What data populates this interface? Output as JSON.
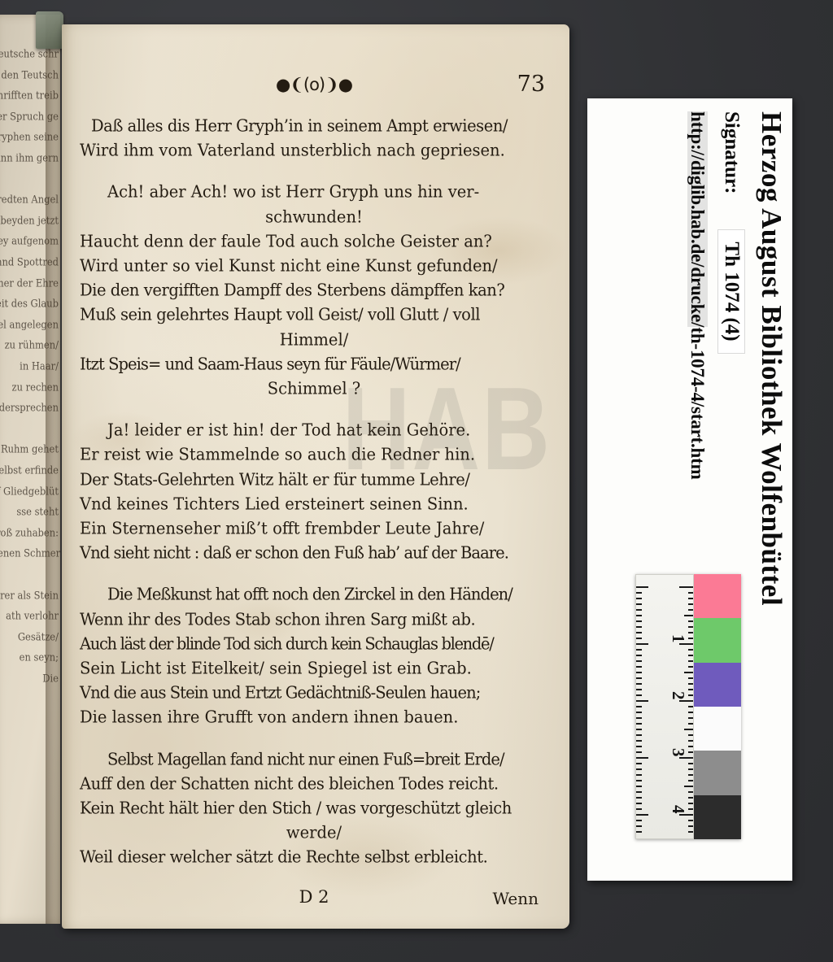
{
  "document": {
    "folio": "73",
    "ornament": "●❨(o)❩●",
    "signature_mark": "D 2",
    "catchword": "Wenn",
    "stanzas": [
      {
        "lines": [
          {
            "text": "Daß alles dis Herr Gryph’in in seinem Ampt erwiesen/",
            "indent": "ind2",
            "tracking": "tight"
          },
          {
            "text": "Wird ihm vom Vaterland unsterblich nach gepriesen.",
            "indent": "",
            "tracking": ""
          }
        ]
      },
      {
        "lines": [
          {
            "text": "Ach! aber Ach! wo ist  Herr  Gryph uns hin ver-",
            "indent": "ind",
            "tracking": ""
          },
          {
            "text": "schwunden!",
            "indent": "center",
            "tracking": ""
          },
          {
            "text": "Haucht denn der faule Tod auch solche Geister an?",
            "indent": "",
            "tracking": ""
          },
          {
            "text": "Wird unter so viel Kunst nicht eine Kunst gefunden/",
            "indent": "",
            "tracking": ""
          },
          {
            "text": "Die den vergifften Dampff des Sterbens dämpffen kan?",
            "indent": "",
            "tracking": "tight"
          },
          {
            "text": "Muß sein gelehrtes Haupt voll Geist/ voll Glutt / voll",
            "indent": "",
            "tracking": "tight"
          },
          {
            "text": "Himmel/",
            "indent": "center",
            "tracking": ""
          },
          {
            "text": "Itzt Speis= und Saam-Haus seyn für Fäule/Würmer/",
            "indent": "",
            "tracking": "tight2"
          },
          {
            "text": "Schimmel ?",
            "indent": "center",
            "tracking": ""
          }
        ]
      },
      {
        "lines": [
          {
            "text": "Ja! leider er ist hin! der Tod hat kein Gehöre.",
            "indent": "ind",
            "tracking": ""
          },
          {
            "text": "Er reist wie Stammelnde so auch die Redner hin.",
            "indent": "",
            "tracking": ""
          },
          {
            "text": "Der Stats-Gelehrten  Witz hält er für tumme  Lehre/",
            "indent": "",
            "tracking": "tight"
          },
          {
            "text": "Vnd keines Tichters Lied ersteinert seinen Sinn.",
            "indent": "",
            "tracking": ""
          },
          {
            "text": "Ein Sternenseher miß’t offt frembder Leute Jahre/",
            "indent": "",
            "tracking": ""
          },
          {
            "text": "Vnd sieht nicht : daß er schon den Fuß hab’ auf der Baare.",
            "indent": "",
            "tracking": "tight2"
          }
        ]
      },
      {
        "lines": [
          {
            "text": "Die Meßkunst hat offt noch den Zirckel in den Händen/",
            "indent": "ind",
            "tracking": "tight2"
          },
          {
            "text": "Wenn ihr des Todes Stab schon ihren Sarg mißt ab.",
            "indent": "",
            "tracking": "tight"
          },
          {
            "text": "Auch läst der blinde Tod sich durch kein Schauglas blendē/",
            "indent": "",
            "tracking": "tight3"
          },
          {
            "text": "Sein Licht ist Eitelkeit/ sein Spiegel ist ein Grab.",
            "indent": "",
            "tracking": ""
          },
          {
            "text": "Vnd die aus Stein und Ertzt Gedächtniß-Seulen hauen;",
            "indent": "",
            "tracking": "tight2"
          },
          {
            "text": "Die lassen ihre Grufft von andern ihnen bauen.",
            "indent": "",
            "tracking": ""
          }
        ]
      },
      {
        "lines": [
          {
            "text": "Selbst Magellan fand nicht nur einen Fuß=breit Erde/",
            "indent": "ind",
            "tracking": "tight2"
          },
          {
            "text": "Auff den der Schatten nicht des bleichen Todes reicht.",
            "indent": "",
            "tracking": "tight"
          },
          {
            "text": "Kein Recht hält hier den Stich / was vorgeschützt gleich",
            "indent": "",
            "tracking": "tight"
          },
          {
            "text": "werde/",
            "indent": "center",
            "tracking": ""
          },
          {
            "text": "Weil dieser welcher sätzt die Rechte selbst erbleicht.",
            "indent": "",
            "tracking": "tight"
          }
        ]
      }
    ]
  },
  "facing_page": {
    "fragments": [
      "Den Teutsche schr",
      "Von den Teutsch",
      "Schrifften treib",
      "nmer Spruch ge",
      "ryphen seine",
      "smann ihm gern",
      "",
      "eredten Angel",
      "t beyden jetzt",
      "e zwey aufgenom",
      "nnd Spottred",
      "her der Ehre",
      "ißheit des Glaub",
      "immel angelegen",
      "zu rühmen/",
      "in Haar/",
      "zu rechen",
      "n widersprechen",
      "",
      "Ruhm gehet",
      "elbst erfinde",
      "ff Gliedgeblüt",
      "sse steht",
      "u groß zuhaben:",
      "gebliebenen Schmer",
      "",
      "rer als Stein",
      "ath verlohr",
      "Gesätze/",
      "en seyn;",
      "Die"
    ]
  },
  "label": {
    "library": "Herzog August Bibliothek  Wolfenbüttel",
    "signature_label": "Signatur:",
    "signature_value": "Th 1074 (4)",
    "url_prefix": "http://diglib.hab.de/drucke/",
    "url_suffix": "th-1074-4/start.htm"
  },
  "watermark": {
    "text": "HAB"
  },
  "scale_target": {
    "ruler_unit": "cm",
    "ruler_numbers": [
      "1",
      "2",
      "3",
      "4"
    ],
    "swatches": [
      {
        "name": "pink",
        "color": "#fb7a95"
      },
      {
        "name": "green",
        "color": "#6ec96a"
      },
      {
        "name": "purple",
        "color": "#6f5bbd"
      },
      {
        "name": "white",
        "color": "#fbfbfb"
      },
      {
        "name": "gray",
        "color": "#8d8d8d"
      },
      {
        "name": "black",
        "color": "#2c2c2c"
      }
    ]
  }
}
